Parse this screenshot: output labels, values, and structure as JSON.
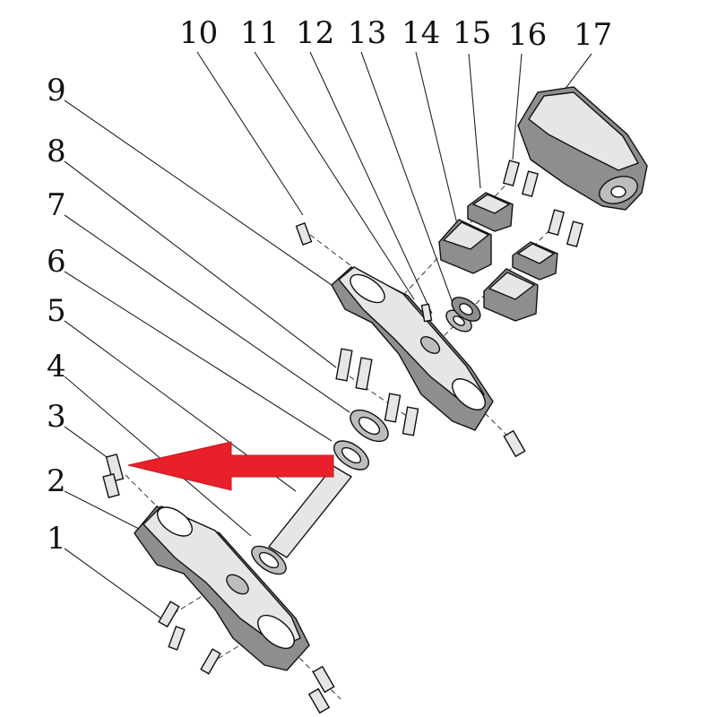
{
  "diagram": {
    "callouts": [
      "1",
      "2",
      "3",
      "4",
      "5",
      "6",
      "7",
      "8",
      "9",
      "10",
      "11",
      "12",
      "13",
      "14",
      "15",
      "16",
      "17"
    ],
    "arrow_color": "#e8202a"
  }
}
